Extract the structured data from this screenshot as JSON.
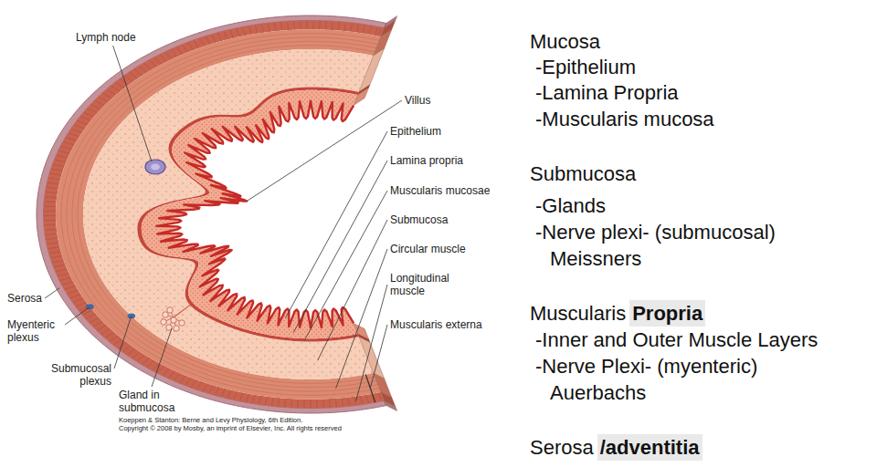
{
  "diagram": {
    "labels": [
      "Lymph node",
      "Villus",
      "Epithelium",
      "Lamina propria",
      "Muscularis mucosae",
      "Submucosa",
      "Circular muscle",
      "Longitudinal muscle",
      "Muscularis externa",
      "Serosa",
      "Myenteric plexus",
      "Submucosal plexus",
      "Gland in submucosa",
      "Koeppen & Stanton: Berne and Levy Physiology, 6th Edition.",
      "Copyright © 2008 by Mosby, an imprint of Elsevier, Inc. All rights reserved",
      "Mucosa",
      "-Epithelium",
      "-Lamina Propria",
      "-Muscularis mucosa",
      "Submucosa",
      "-Glands",
      "-Nerve plexi- (submucosal) Meissners",
      "Muscularis",
      "Propria",
      "-Inner and Outer Muscle Layers",
      "-Nerve Plexi- (myenteric) Auerbachs",
      "Serosa",
      "/adventitia"
    ]
  }
}
